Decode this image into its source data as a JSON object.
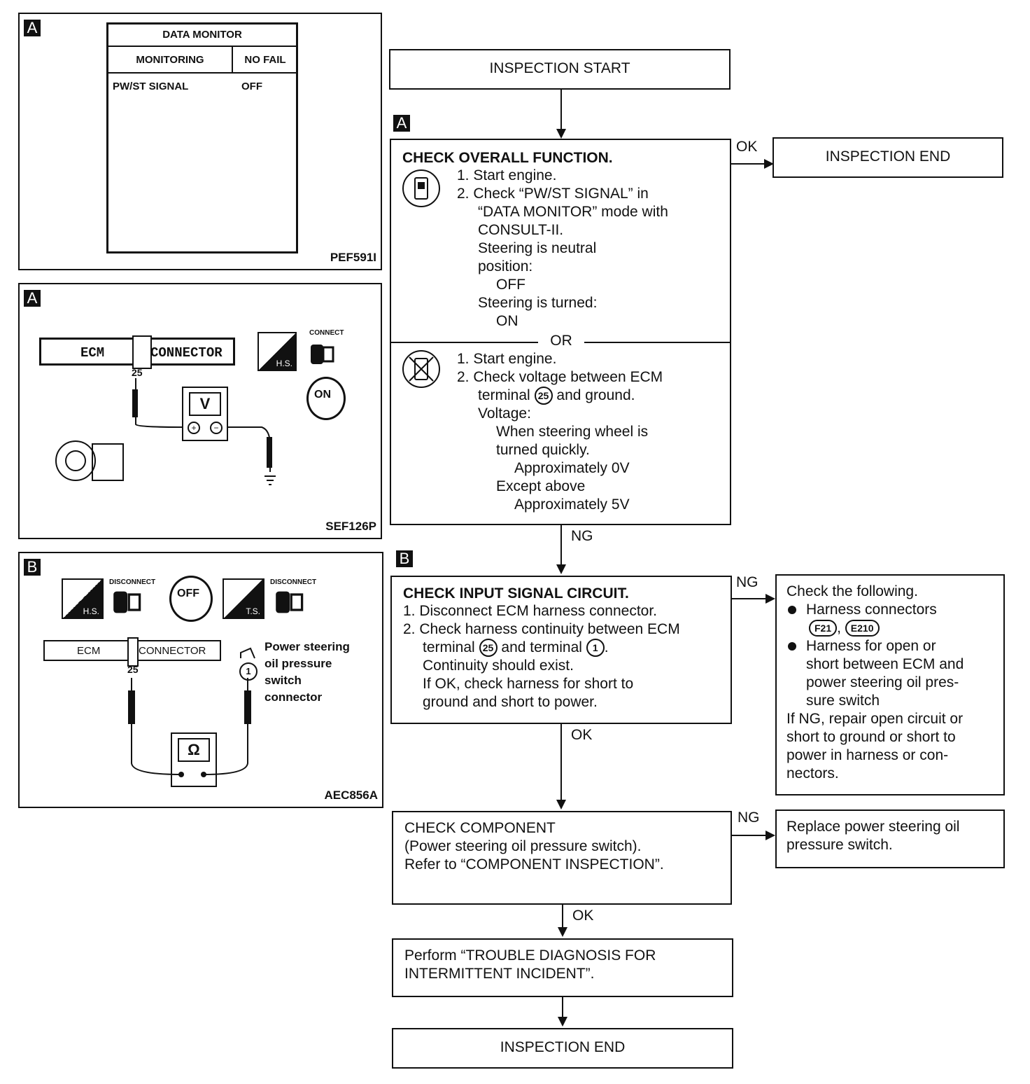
{
  "panels": {
    "data_monitor": {
      "tag": "A",
      "table_title": "DATA MONITOR",
      "col1": "MONITORING",
      "col2": "NO FAIL",
      "row_item": "PW/ST SIGNAL",
      "row_value": "OFF",
      "code": "PEF591I"
    },
    "voltage_check": {
      "tag": "A",
      "ecm": "ECM",
      "connector": "CONNECTOR",
      "terminal": "25",
      "connect_label": "CONNECT",
      "hs": "H.S.",
      "meter": "V",
      "key": "ON",
      "code": "SEF126P"
    },
    "continuity_check": {
      "tag": "B",
      "disconnect1": "DISCONNECT",
      "disconnect2": "DISCONNECT",
      "hs": "H.S.",
      "ts": "T.S.",
      "key": "OFF",
      "ecm": "ECM",
      "connector": "CONNECTOR",
      "terminal": "25",
      "switch_pin": "1",
      "switch_label_1": "Power steering",
      "switch_label_2": "oil pressure",
      "switch_label_3": "switch",
      "switch_label_4": "connector",
      "meter": "Ω",
      "code": "AEC856A"
    }
  },
  "flow": {
    "start": "INSPECTION START",
    "tag_a": "A",
    "tag_b": "B",
    "check_overall": {
      "title": "CHECK OVERALL FUNCTION.",
      "s1": "1. Start engine.",
      "s2a": "2. Check “PW/ST SIGNAL” in",
      "s2b": "“DATA MONITOR” mode with",
      "s2c": "CONSULT-II.",
      "c1a": "Steering is neutral",
      "c1b": "position:",
      "c1v": "OFF",
      "c2a": "Steering is turned:",
      "c2v": "ON",
      "or": "OR",
      "t1": "1. Start engine.",
      "t2a": "2. Check voltage between ECM",
      "t2b_pre": "terminal",
      "t2b_num": "25",
      "t2b_post": "and ground.",
      "v_label": "Voltage:",
      "v1a": "When steering wheel is",
      "v1b": "turned quickly.",
      "v1v": "Approximately 0V",
      "v2a": "Except above",
      "v2v": "Approximately 5V"
    },
    "ok_1": "OK",
    "end_1": "INSPECTION END",
    "ng_1": "NG",
    "check_input": {
      "title": "CHECK INPUT SIGNAL CIRCUIT.",
      "s1": "1. Disconnect ECM harness connector.",
      "s2a": "2. Check harness continuity between ECM",
      "s2b_pre": "terminal",
      "s2b_num1": "25",
      "s2b_mid": "and terminal",
      "s2b_num2": "1",
      "s2c": "Continuity should exist.",
      "s2d": "If OK, check harness for short to",
      "s2e": "ground and short to power."
    },
    "ng_2": "NG",
    "check_following": {
      "title": "Check the following.",
      "b1": "Harness connectors",
      "b1_c1": "F21",
      "b1_c2": "E210",
      "b2a": "Harness for open or",
      "b2b": "short between ECM and",
      "b2c": "power steering oil pres-",
      "b2d": "sure switch",
      "r1": "If NG, repair open circuit or",
      "r2": "short to ground or short to",
      "r3": "power in harness or con-",
      "r4": "nectors."
    },
    "ok_2": "OK",
    "check_component": {
      "l1": "CHECK COMPONENT",
      "l2": "(Power steering oil pressure switch).",
      "l3": "Refer to “COMPONENT INSPECTION”."
    },
    "ng_3": "NG",
    "replace": {
      "l1": "Replace power steering oil",
      "l2": "pressure switch."
    },
    "ok_3": "OK",
    "perform": {
      "l1": "Perform “TROUBLE DIAGNOSIS FOR",
      "l2": "INTERMITTENT INCIDENT”."
    },
    "end_2": "INSPECTION END"
  }
}
